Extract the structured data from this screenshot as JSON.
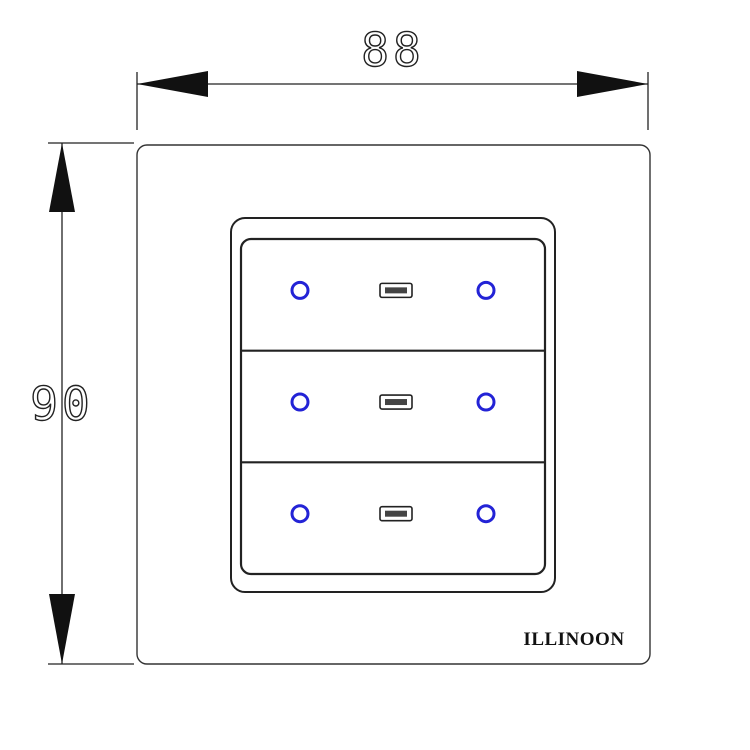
{
  "dimensions": {
    "width_label": "88",
    "height_label": "90"
  },
  "brand": {
    "name": "ILLINOON"
  },
  "switch_panel": {
    "gang_count": 3,
    "indicator_color": "#2323d6",
    "frame_color": "#333333"
  }
}
